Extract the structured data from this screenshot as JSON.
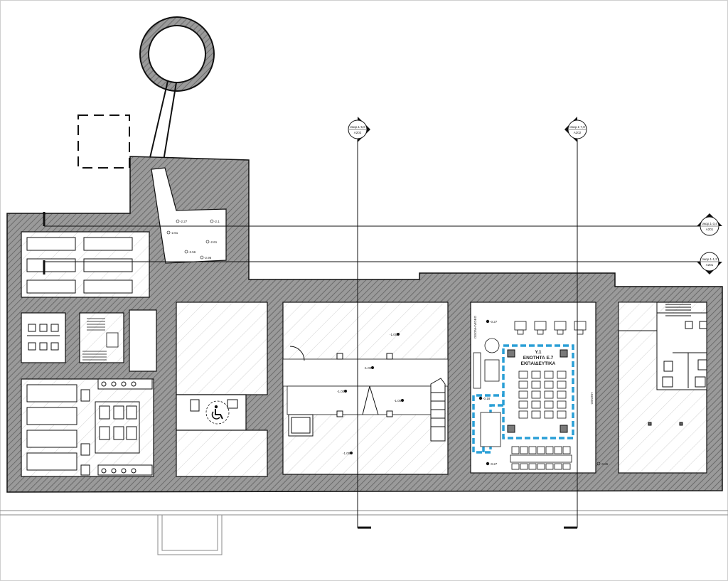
{
  "section_markers": [
    {
      "id": "s1",
      "line1": "σκαρ.1-5,6",
      "line2": "A202"
    },
    {
      "id": "s2",
      "line1": "σκαρ.1-7,8",
      "line2": "A202"
    },
    {
      "id": "s3",
      "line1": "σκαρ.1-3,4",
      "line2": "A201"
    },
    {
      "id": "s4",
      "line1": "σκαρ.1-1,2",
      "line2": "A201"
    }
  ],
  "classroom": {
    "line1": "Y.1",
    "line2": "ΕΝΟΤΗΤΑ Ε.7",
    "line3": "ΕΚΠΑΙΔΕΥΤΙΚΑ",
    "wall_label_left": "ΟΘΟΝΗ VIDEO",
    "wall_label_right": "ΟΘΟΝΗ"
  },
  "levels": {
    "lv_small_1": "-2.27",
    "lv_small_2": "-2.61",
    "lv_small_3": "-2.1",
    "lv_small_4": "-2.61",
    "lv_small_5": "-2.56",
    "lv_small_6": "-2.96",
    "lv_class_top": "-0.27",
    "lv_class_bottom": "-0.27",
    "lv_class_left": "-0.18",
    "lv_right": "-0.85",
    "lv_mid_1": "-1.00",
    "lv_mid_2": "-1.00",
    "lv_mid_3": "-1.00",
    "lv_mid_4": "-1.00",
    "lv_mid_5": "-1.00"
  },
  "colors": {
    "wall": "#8e8e8e",
    "line": "#111111",
    "route": "#2a9fd6"
  }
}
